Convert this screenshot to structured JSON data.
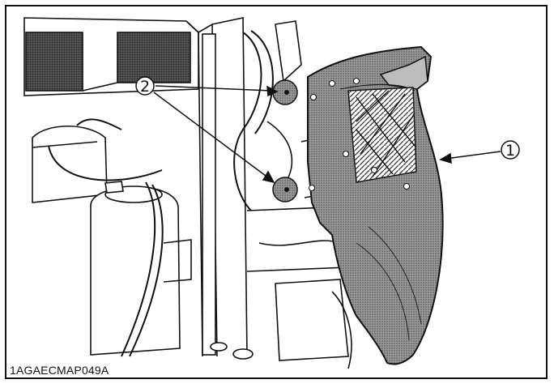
{
  "figure": {
    "image_code": "1AGAECMAP049A",
    "callouts": [
      {
        "number": "1",
        "icon": "circled-number-icon"
      },
      {
        "number": "2",
        "icon": "circled-number-icon"
      }
    ],
    "colors": {
      "line": "#111111",
      "panel_fill": "#8a8a8a",
      "background": "#ffffff"
    }
  }
}
